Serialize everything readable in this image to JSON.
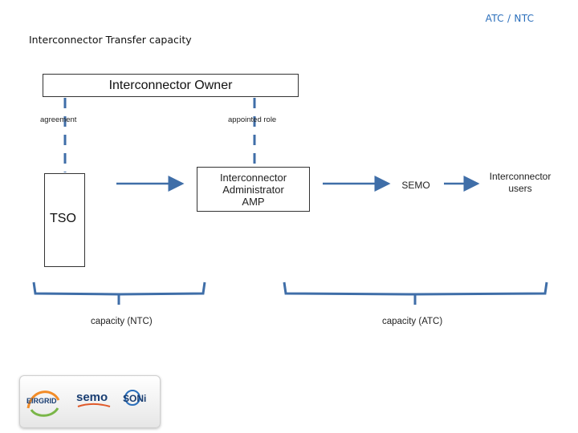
{
  "header": {
    "tag": "ATC / NTC"
  },
  "slide": {
    "title": "Interconnector Transfer capacity"
  },
  "diagram": {
    "owner_label": "Interconnector Owner",
    "agreement_label": "agreement",
    "appointed_role_label": "appointed role",
    "tso_label": "TSO",
    "admin_lines": [
      "Interconnector",
      "Administrator",
      "AMP"
    ],
    "semo_label": "SEMO",
    "users_lines": [
      "Interconnector",
      "users"
    ],
    "capacity_ntc_label": "capacity (NTC)",
    "capacity_atc_label": "capacity (ATC)"
  },
  "logos": {
    "eirgrid": "EIRGRID",
    "semo": "semo",
    "soni": "SONi"
  },
  "colors": {
    "accent_blue": "#2a6ebb",
    "connector_blue": "#3f6ea8",
    "box_border": "#333333"
  },
  "icons": [
    "dashed-connector",
    "arrow-right",
    "curly-brace"
  ]
}
